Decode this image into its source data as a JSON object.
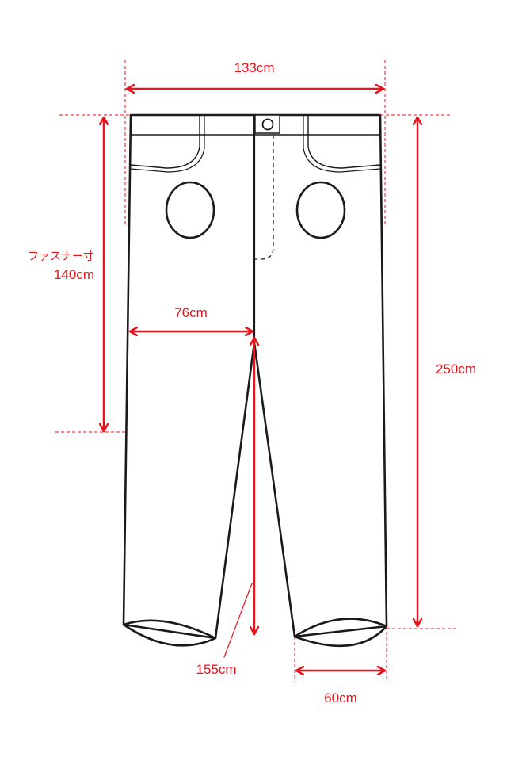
{
  "colors": {
    "outline": "#1a1a1a",
    "measure": "#e8141b"
  },
  "measurements": {
    "waist_width": "133cm",
    "zipper_label": "ファスナー寸",
    "zipper_length": "140cm",
    "thigh_width": "76cm",
    "total_length": "250cm",
    "inseam": "155cm",
    "hem_width": "60cm"
  }
}
